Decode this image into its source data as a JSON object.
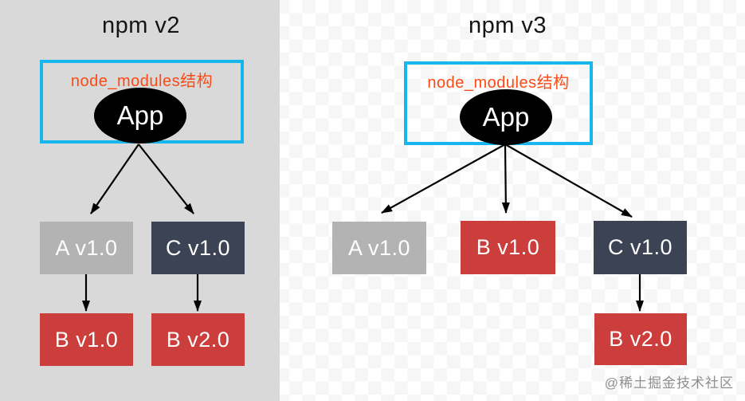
{
  "diagram": {
    "left": {
      "title": "npm v2",
      "box_label": "node_modules结构",
      "root_label": "App",
      "nodes": {
        "a": "A v1.0",
        "c": "C v1.0",
        "b1": "B v1.0",
        "b2": "B v2.0"
      },
      "edges": [
        "App→A v1.0",
        "App→C v1.0",
        "A v1.0→B v1.0",
        "C v1.0→B v2.0"
      ]
    },
    "right": {
      "title": "npm v3",
      "box_label": "node_modules结构",
      "root_label": "App",
      "nodes": {
        "a": "A v1.0",
        "b1": "B v1.0",
        "c": "C v1.0",
        "b2": "B v2.0"
      },
      "edges": [
        "App→A v1.0",
        "App→B v1.0",
        "App→C v1.0",
        "C v1.0→B v2.0"
      ]
    }
  },
  "watermark": "@稀土掘金技术社区",
  "colors": {
    "panel_bg": "#d9d9d9",
    "checker_light": "#ffffff",
    "checker_dark": "#f6f6f6",
    "container_border": "#17b7ee",
    "container_label": "#fc4a14",
    "node_gray": "#b3b3b3",
    "node_navy": "#3c4354",
    "node_red": "#cb3e3b",
    "root_fill": "#000000",
    "arrow": "#000000",
    "title_color": "#141414",
    "watermark_color": "#8e8e8e"
  }
}
